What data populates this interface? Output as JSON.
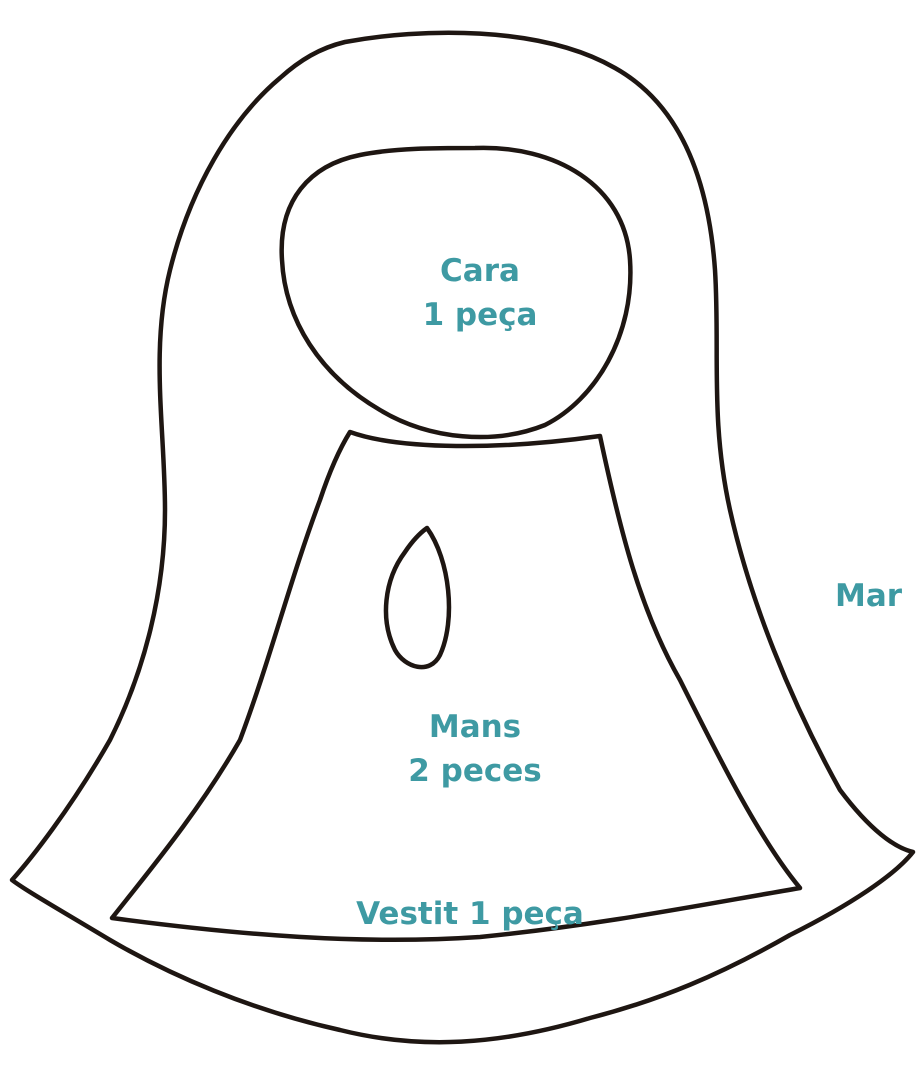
{
  "labels": {
    "face": {
      "line1": "Cara",
      "line2": "1 peça"
    },
    "hands": {
      "line1": "Mans",
      "line2": "2 peces"
    },
    "dress": {
      "text": "Vestit 1 peça"
    },
    "cut_off": {
      "text": "Mar"
    }
  },
  "colors": {
    "label_teal": "#3e9aa3",
    "outline": "#1e1612",
    "background": "#ffffff"
  }
}
